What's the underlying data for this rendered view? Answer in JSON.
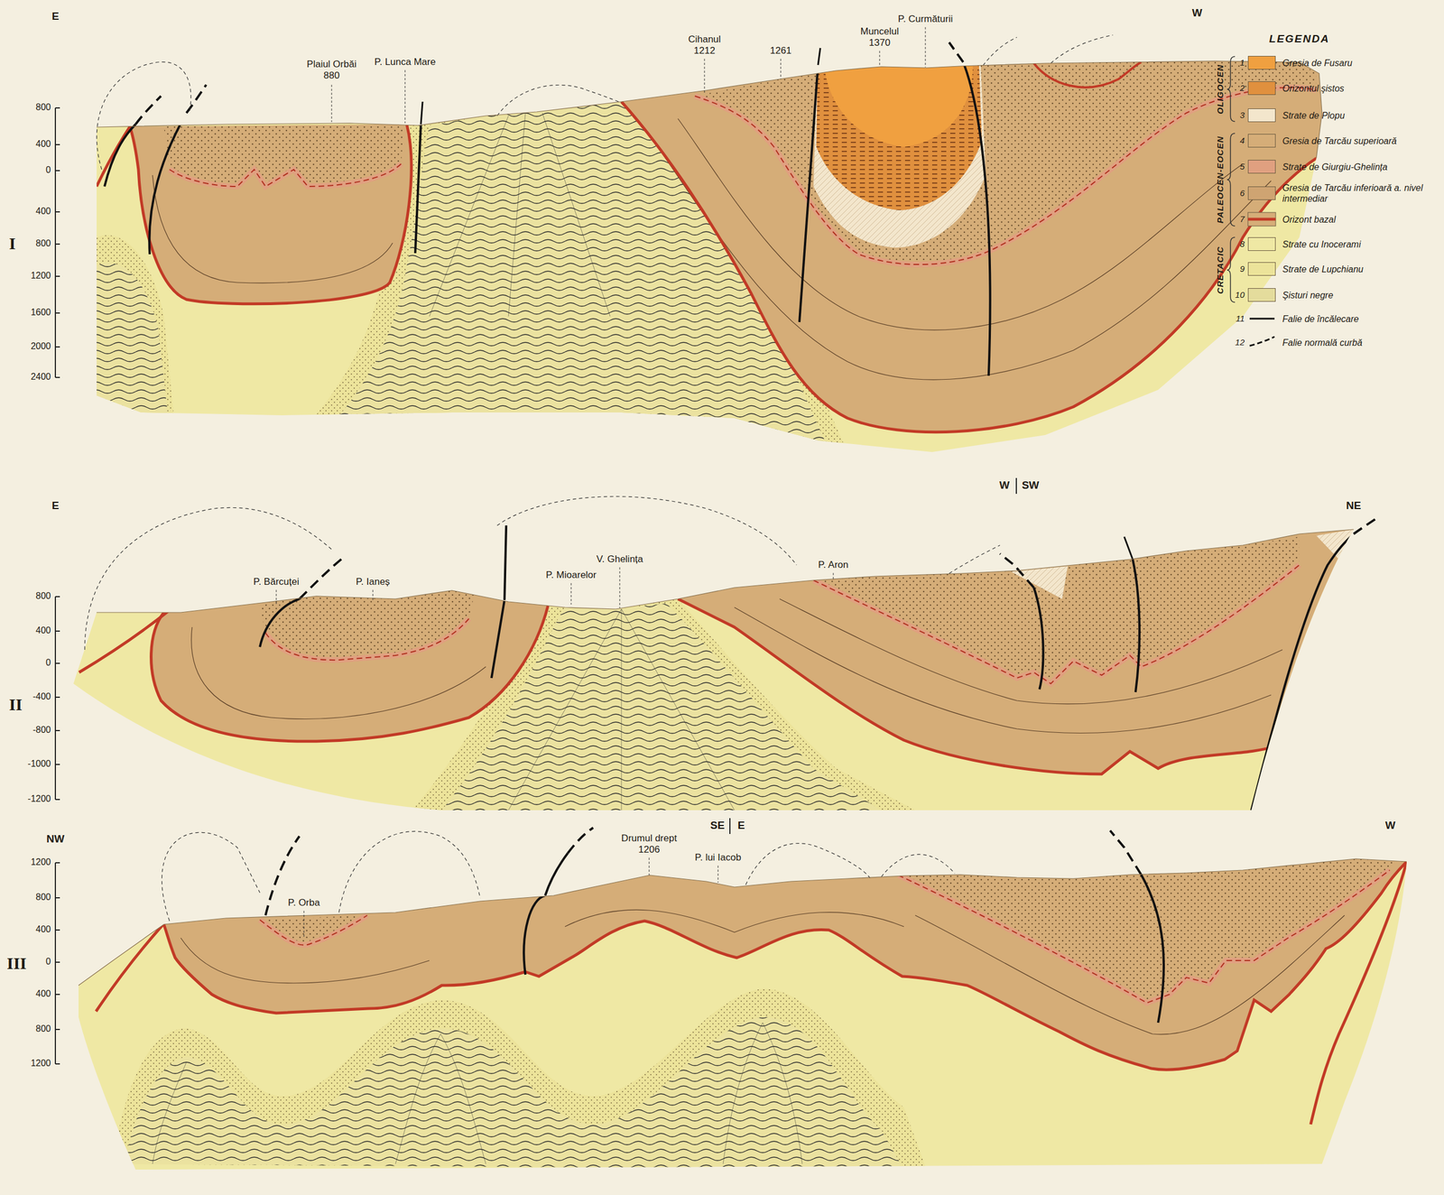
{
  "diagram": {
    "labels": [
      "E",
      "W",
      "Plaiul Orbăi",
      "880",
      "P. Lunca Mare",
      "Cihanul",
      "1212",
      "1261",
      "Muncelul",
      "1370",
      "P. Curmăturii",
      "800",
      "400",
      "0",
      "400",
      "800",
      "1200",
      "1600",
      "2000",
      "2400",
      "I",
      "E",
      "P. Bărcuței",
      "P. Ianeș",
      "P. Mioarelor",
      "V. Ghelința",
      "P. Aron",
      "W",
      "SW",
      "NE",
      "800",
      "400",
      "0",
      "-400",
      "-800",
      "-1000",
      "-1200",
      "II",
      "NW",
      "P. Orba",
      "SE",
      "E",
      "Drumul drept",
      "1206",
      "P. lui Iacob",
      "W",
      "1200",
      "800",
      "400",
      "0",
      "400",
      "800",
      "1200",
      "III",
      "LEGENDA",
      "OLIGOCEN",
      "PALEOCEN-EOCEN",
      "CRETACIC",
      "1",
      "2",
      "3",
      "4",
      "5",
      "6",
      "7",
      "8",
      "9",
      "10",
      "11",
      "12"
    ],
    "legend": [
      {
        "text": "Gresia de Fusaru",
        "color": "#f0a040"
      },
      {
        "text": "Orizontul şistos",
        "color": "#e0903e"
      },
      {
        "text": "Strate de Plopu",
        "color": "#f3e6cc"
      },
      {
        "text": "Gresia de Tarcău superioară",
        "color": "#d5ad78"
      },
      {
        "text": "Strate de Giurgiu-Ghelința",
        "color": "#e0a080"
      },
      {
        "text": "Gresia de Tarcău inferioară a. nivel intermediar",
        "color": "#cfa472"
      },
      {
        "text": "Orizont bazal"
      },
      {
        "text": "Strate cu Inocerami",
        "color": "#efe8a4"
      },
      {
        "text": "Strate de Lupchianu",
        "color": "#ece39a"
      },
      {
        "text": "Şisturi negre",
        "color": "#e4dc9c"
      },
      {
        "text": "Falie de încălecare"
      },
      {
        "text": "Falie normală curbă"
      }
    ]
  }
}
